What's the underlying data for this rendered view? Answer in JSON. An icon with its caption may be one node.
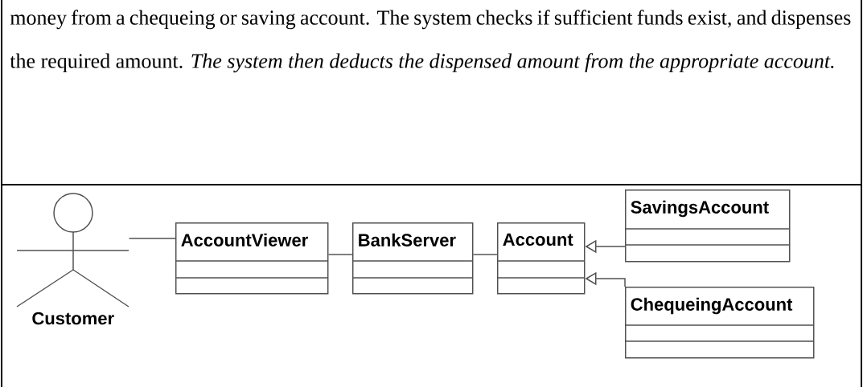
{
  "diagram": {
    "nodes": [
      {
        "text": [
          "Customer"
        ]
      },
      {
        "text": [
          "AccountViewer"
        ]
      },
      {
        "text": [
          "BankServer"
        ]
      },
      {
        "text": [
          "Account"
        ]
      },
      {
        "text": [
          "SavingsAccount"
        ]
      },
      {
        "text": [
          "ChequeingAccount"
        ]
      }
    ],
    "edges": [
      {
        "from": 0,
        "to": 1,
        "arrow": "none"
      },
      {
        "from": 1,
        "to": 2,
        "arrow": "none"
      },
      {
        "from": 2,
        "to": 3,
        "arrow": "none"
      },
      {
        "from": 4,
        "to": 3,
        "arrow": "to"
      },
      {
        "from": 5,
        "to": 3,
        "arrow": "to"
      }
    ],
    "labels": [
      "money from a chequeing or saving account. The system checks if sufficient funds exist, and dispenses the required amount. *The system then deducts the dispensed amount from the appropriate account.*"
    ]
  }
}
